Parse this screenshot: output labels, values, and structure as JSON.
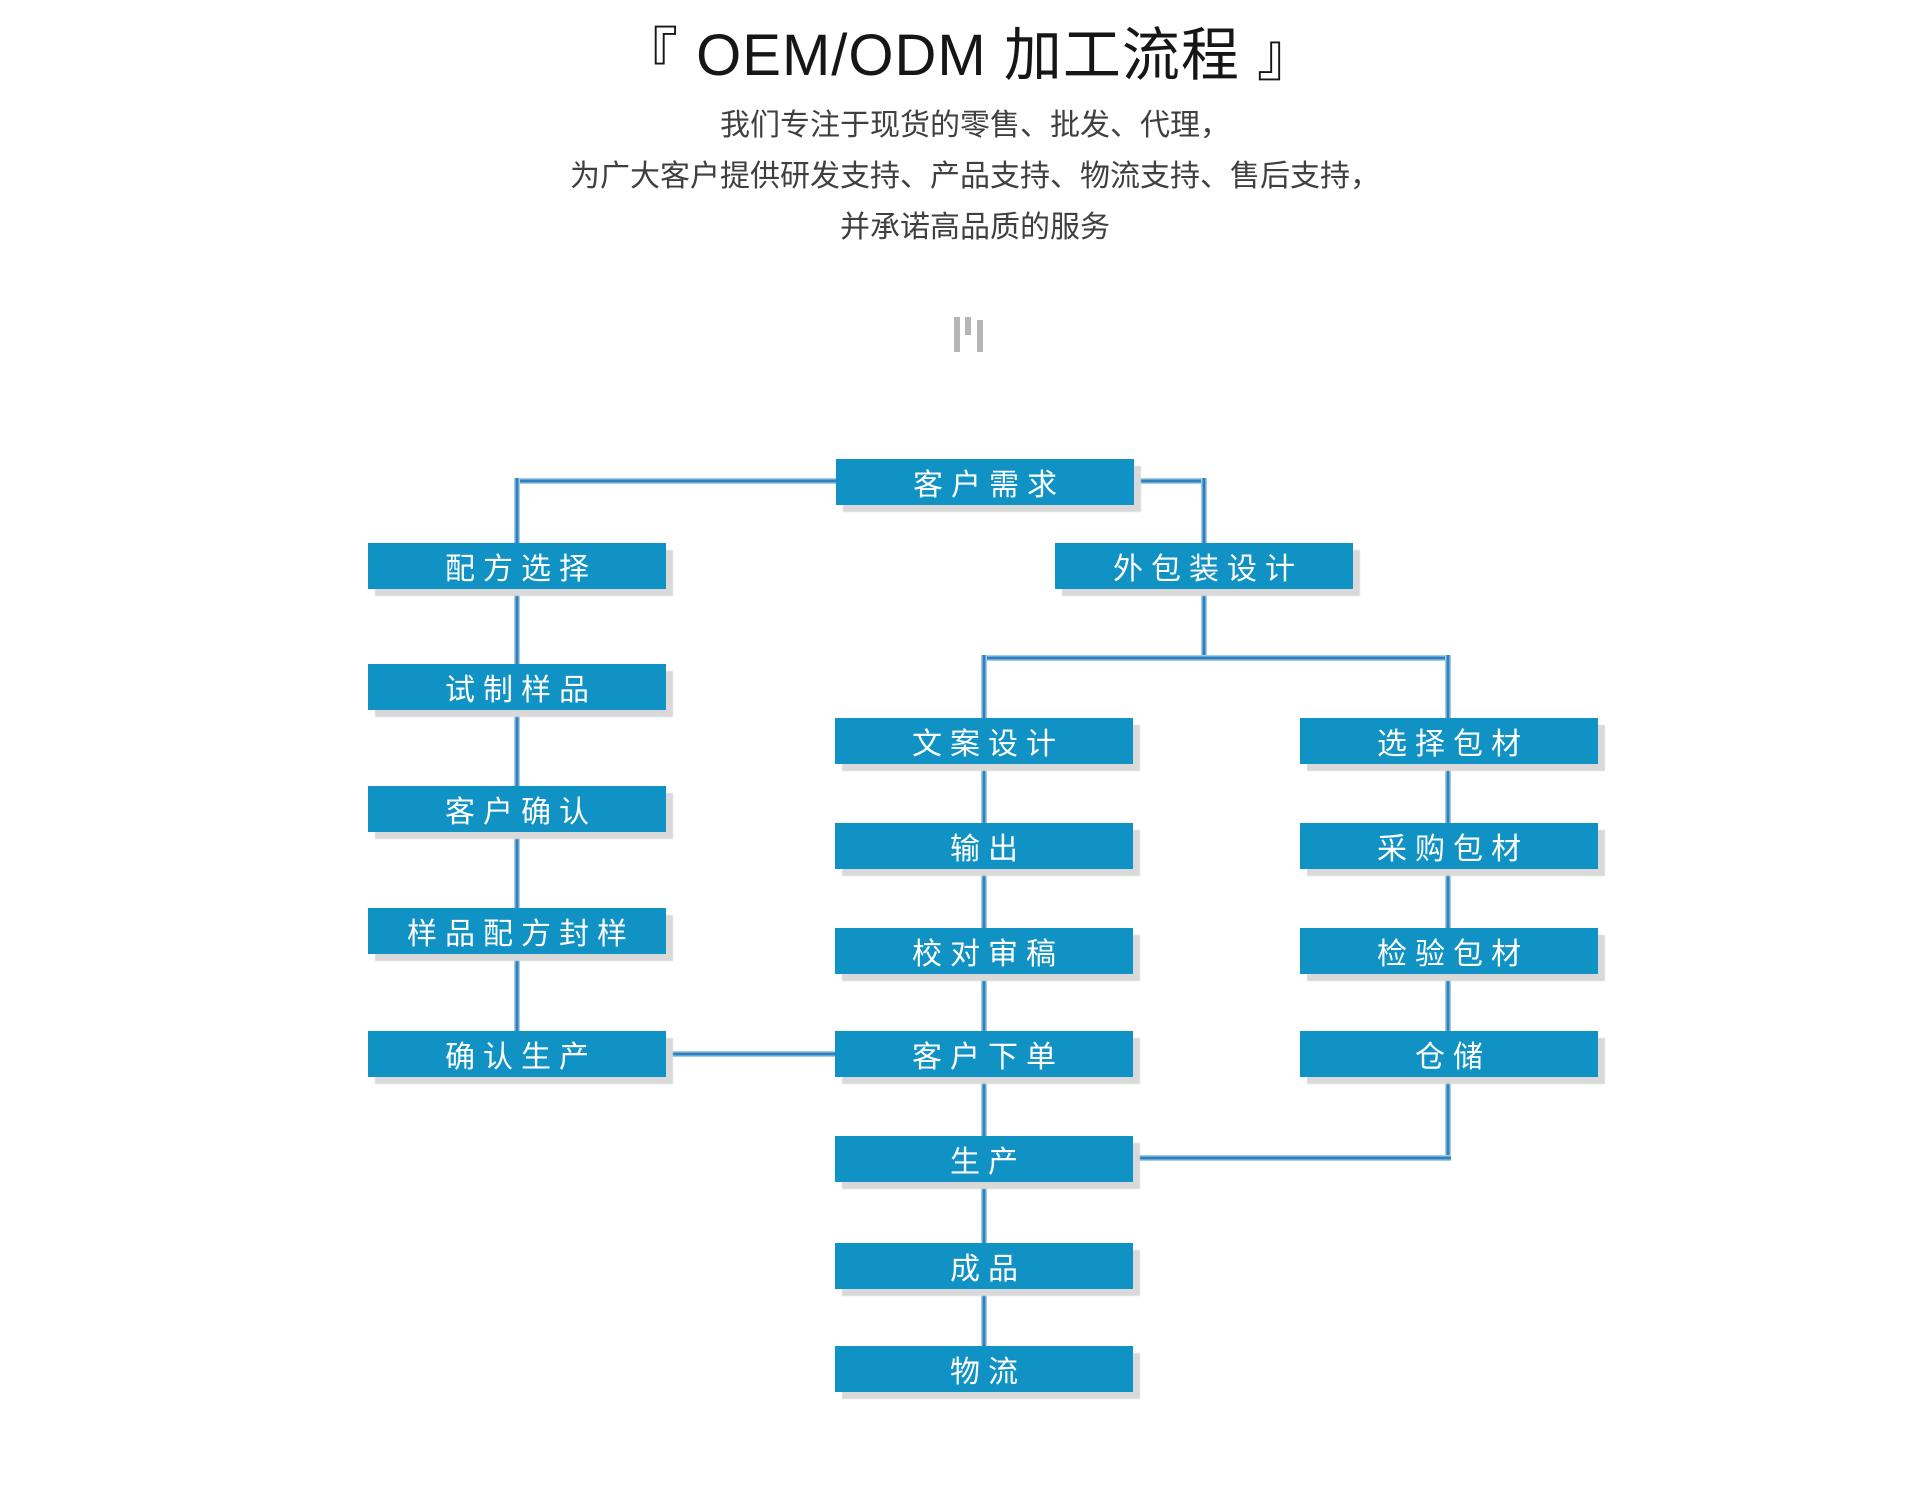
{
  "header": {
    "title": "『 OEM/ODM 加工流程 』",
    "subtitle_lines": [
      "我们专注于现货的零售、批发、代理，",
      "为广大客户提供研发支持、产品支持、物流支持、售后支持，",
      "并承诺高品质的服务"
    ],
    "divider_icon": "three-bars-icon"
  },
  "colors": {
    "node_fill": "#1092c4",
    "node_text": "#ffffff",
    "connector_core": "#2e81bd",
    "connector_edge": "#a4cbe8",
    "node_shadow": "#d9d9d9",
    "title_text": "#161616",
    "subtitle_text": "#3f3f3f",
    "icon_gray": "#b5b5b5"
  },
  "diagram": {
    "type": "flowchart",
    "nodes": [
      {
        "id": "customer-needs",
        "label": "客户需求"
      },
      {
        "id": "formula-selection",
        "label": "配方选择"
      },
      {
        "id": "packaging-design",
        "label": "外包装设计"
      },
      {
        "id": "sample-trial",
        "label": "试制样品"
      },
      {
        "id": "customer-confirm",
        "label": "客户确认"
      },
      {
        "id": "sample-formula-seal",
        "label": "样品配方封样"
      },
      {
        "id": "confirm-production",
        "label": "确认生产"
      },
      {
        "id": "copywriting-design",
        "label": "文案设计"
      },
      {
        "id": "output",
        "label": "输出"
      },
      {
        "id": "proofreading",
        "label": "校对审稿"
      },
      {
        "id": "customer-order",
        "label": "客户下单"
      },
      {
        "id": "production",
        "label": "生产"
      },
      {
        "id": "finished-product",
        "label": "成品"
      },
      {
        "id": "logistics",
        "label": "物流"
      },
      {
        "id": "select-packaging",
        "label": "选择包材"
      },
      {
        "id": "purchase-packaging",
        "label": "采购包材"
      },
      {
        "id": "inspect-packaging",
        "label": "检验包材"
      },
      {
        "id": "warehousing",
        "label": "仓储"
      }
    ],
    "edges": [
      [
        "客户需求",
        "配方选择"
      ],
      [
        "客户需求",
        "外包装设计"
      ],
      [
        "配方选择",
        "试制样品"
      ],
      [
        "试制样品",
        "客户确认"
      ],
      [
        "客户确认",
        "样品配方封样"
      ],
      [
        "样品配方封样",
        "确认生产"
      ],
      [
        "确认生产",
        "客户下单"
      ],
      [
        "外包装设计",
        "文案设计"
      ],
      [
        "外包装设计",
        "选择包材"
      ],
      [
        "文案设计",
        "输出"
      ],
      [
        "输出",
        "校对审稿"
      ],
      [
        "校对审稿",
        "客户下单"
      ],
      [
        "客户下单",
        "生产"
      ],
      [
        "生产",
        "成品"
      ],
      [
        "成品",
        "物流"
      ],
      [
        "选择包材",
        "采购包材"
      ],
      [
        "采购包材",
        "检验包材"
      ],
      [
        "检验包材",
        "仓储"
      ],
      [
        "仓储",
        "生产"
      ]
    ]
  }
}
